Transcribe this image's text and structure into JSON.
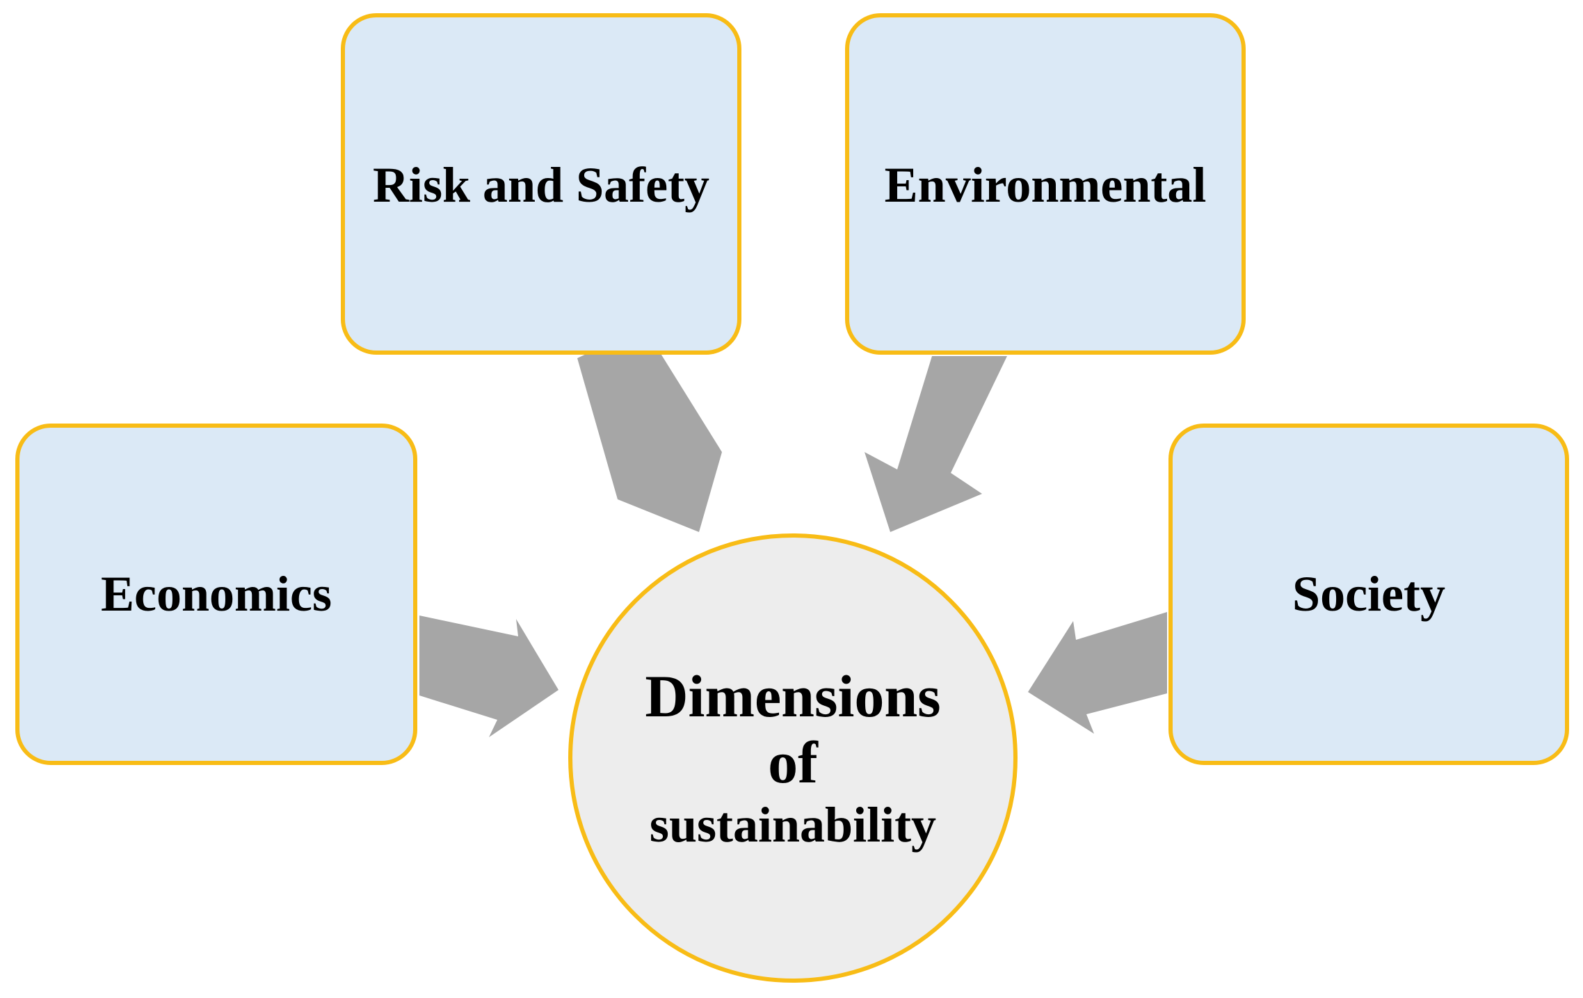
{
  "center": {
    "line1": "Dimensions",
    "line2": "of",
    "line3": "sustainability"
  },
  "nodes": {
    "risk_safety": "Risk and Safety",
    "environmental": "Environmental",
    "economics": "Economics",
    "society": "Society"
  },
  "colors": {
    "box_fill": "#dbe9f6",
    "border": "#f8bc16",
    "circle_fill": "#ededed",
    "arrow": "#a6a6a6"
  }
}
